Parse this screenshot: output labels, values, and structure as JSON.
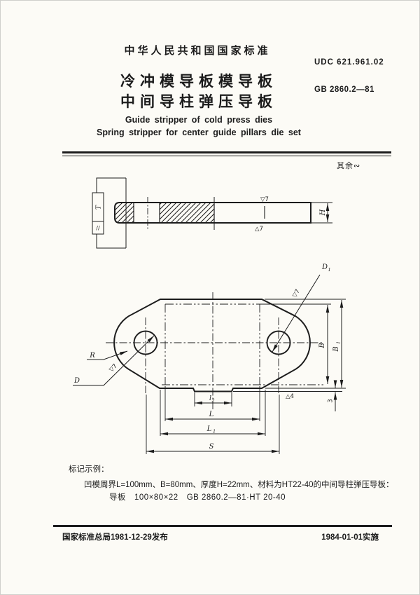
{
  "header": {
    "org": "中华人民共和国国家标准",
    "udc": "UDC 621.961.02",
    "title1": "冷冲模导板模导板",
    "title2": "中间导柱弹压导板",
    "code": "GB 2860.2—81",
    "en1": "Guide stripper of cold press dies",
    "en2": "Spring stripper for center guide pillars die set"
  },
  "note": {
    "surface": "其余∾"
  },
  "side_view": {
    "frame_cell_top": "T",
    "frame_cell_bottom": "//",
    "finish_top": "▽7",
    "finish_bottom": "△7",
    "dim_h": "H"
  },
  "top_view": {
    "label_r": "R",
    "label_d": "D",
    "label_d1": {
      "base": "D",
      "sub": "1"
    },
    "finish_d": "▽7",
    "finish_d1": "▽7",
    "dim_b": "B",
    "dim_b1": {
      "base": "B",
      "sub": "1"
    },
    "dim_l2": {
      "base": "l",
      "sub": "2"
    },
    "dim_l": "L",
    "dim_l1": {
      "base": "L",
      "sub": "1"
    },
    "dim_s": "S",
    "dim_step": "3",
    "finish_step": "△4"
  },
  "example": {
    "heading": "标记示例：",
    "line1": "凹模周界L=100mm、B=80mm、厚度H=22mm、材料为HT22-40的中间导柱弹压导板：",
    "line2": "导板　100×80×22　GB 2860.2—81·HT 20-40"
  },
  "footer": {
    "issued": "国家标准总局1981-12-29发布",
    "effective": "1984-01-01实施"
  },
  "colors": {
    "ink": "#1c1c1c",
    "paper": "#fcfbf6"
  }
}
